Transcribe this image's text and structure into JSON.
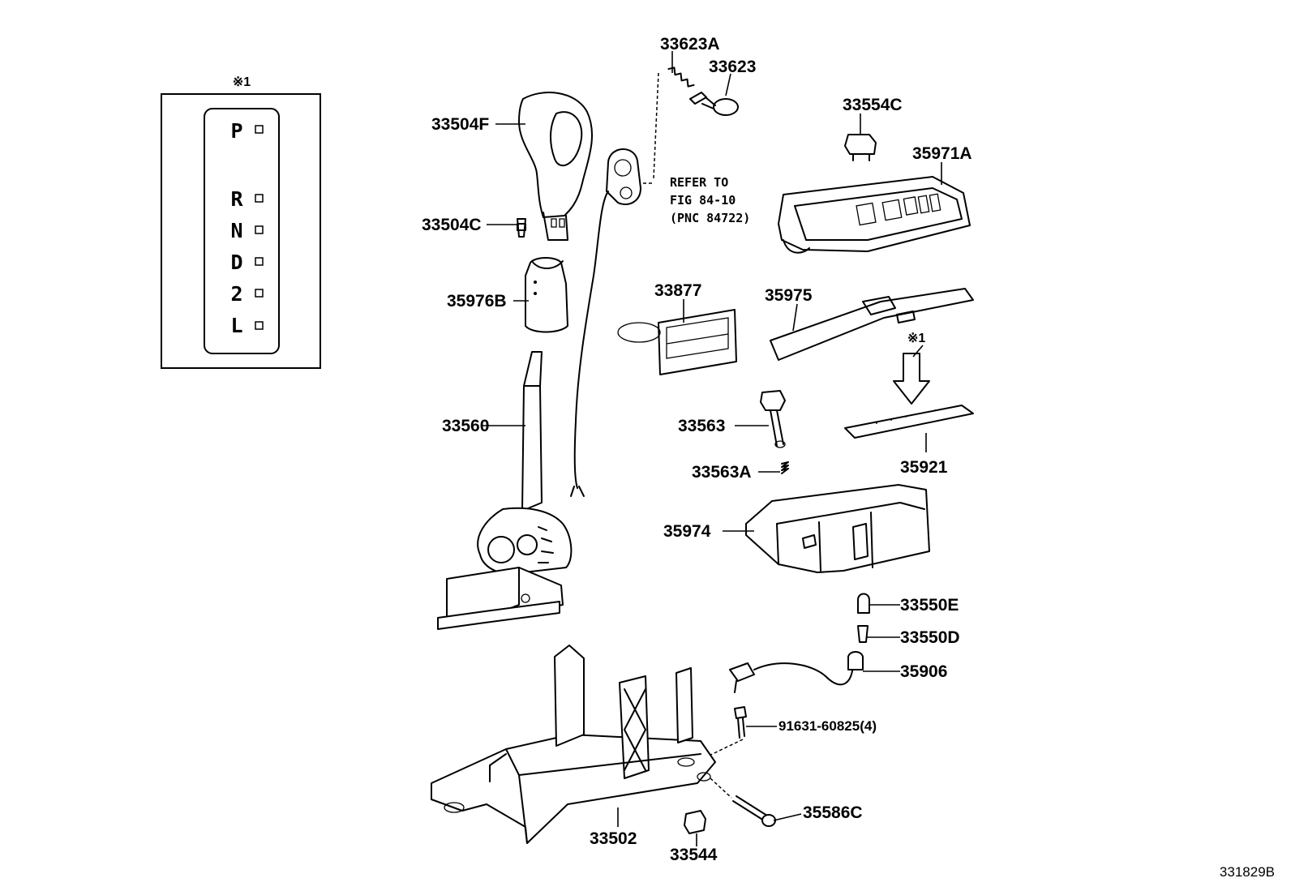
{
  "inset": {
    "marker": "※1",
    "gate_letters": [
      "P",
      "R",
      "N",
      "D",
      "2",
      "L"
    ]
  },
  "callouts": {
    "p33623A": "33623A",
    "p33623": "33623",
    "p33504F": "33504F",
    "p33504C": "33504C",
    "p35976B": "35976B",
    "p33560": "33560",
    "p33554C": "33554C",
    "p35971A": "35971A",
    "p33877": "33877",
    "p35975": "35975",
    "p33563": "33563",
    "p33563A": "33563A",
    "p35921": "35921",
    "p35974": "35974",
    "p33550E": "33550E",
    "p33550D": "33550D",
    "p35906": "35906",
    "p91631": "91631-60825(4)",
    "p35586C": "35586C",
    "p33502": "33502",
    "p33544": "33544"
  },
  "reference_note": {
    "line1": "REFER TO",
    "line2": "FIG 84-10",
    "line3": "(PNC 84722)"
  },
  "detail_marker": "※1",
  "figure_id": "331829B"
}
